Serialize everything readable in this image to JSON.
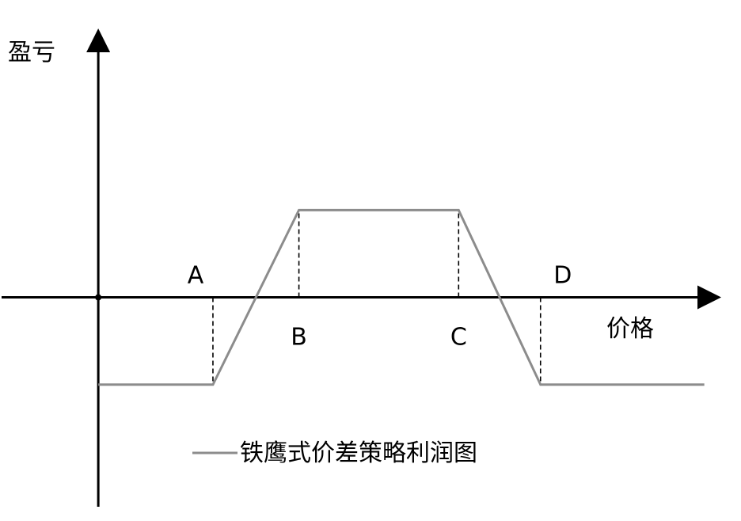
{
  "chart_data": {
    "type": "line",
    "title": "",
    "xlabel": "价格",
    "ylabel": "盈亏",
    "xlim": [
      -1.2,
      7.5
    ],
    "ylim": [
      -2.4,
      3.0
    ],
    "grid": false,
    "legend_position": "bottom-center",
    "colors": {
      "series": "#8c8c8c",
      "axes": "#000000",
      "guide": "#000000"
    },
    "series": [
      {
        "name": "铁鹰式价差策略利润图",
        "x": [
          0,
          1.4,
          2.45,
          4.4,
          5.4,
          7.4
        ],
        "y": [
          -1,
          -1,
          1,
          1,
          -1,
          -1
        ]
      }
    ],
    "points": [
      {
        "label": "A",
        "x": 1.4,
        "y": -1,
        "label_side": "above"
      },
      {
        "label": "B",
        "x": 2.45,
        "y": 1,
        "label_side": "below"
      },
      {
        "label": "C",
        "x": 4.4,
        "y": 1,
        "label_side": "below"
      },
      {
        "label": "D",
        "x": 5.4,
        "y": -1,
        "label_side": "above"
      }
    ]
  }
}
